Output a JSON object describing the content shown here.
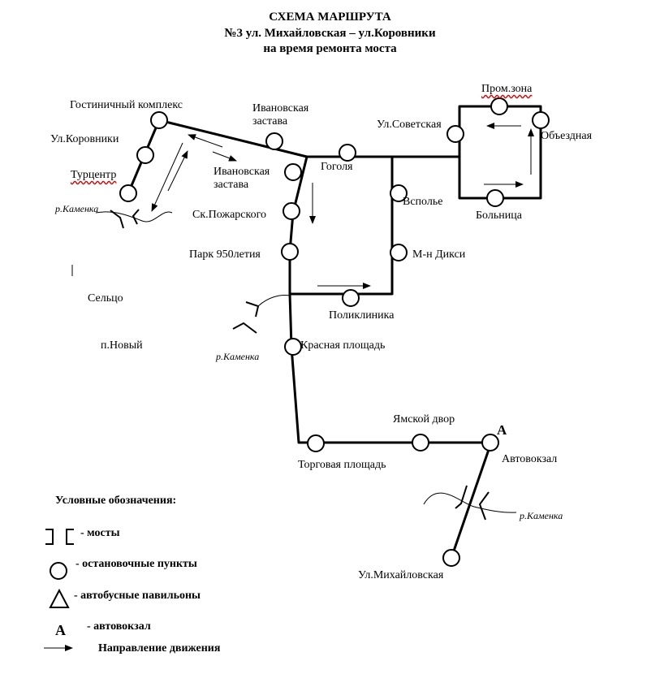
{
  "title": {
    "line1": "СХЕМА МАРШРУТА",
    "line2": "№3 ул. Михайловская – ул.Коровники",
    "line3": "на время ремонта моста"
  },
  "stops": {
    "gostinichny": "Гостиничный комплекс",
    "korovniki": "Ул.Коровники",
    "turcentr": "Турцентр",
    "ivanovskaya_zastava_top": "Ивановская застава",
    "ivanovskaya_zastava_bottom": "Ивановская застава",
    "gogolya": "Гоголя",
    "sovetskaya": "Ул.Советская",
    "promzona": "Пром.зона",
    "obezdnaya": "Объездная",
    "bolnica": "Больница",
    "vspole": "Всполье",
    "mn_diksi": "М-н Дикси",
    "sk_pozharskogo": "Ск.Пожарского",
    "park950": "Парк 950летия",
    "poliklinika": "Поликлиника",
    "krasnaya_ploshad": "Красная площадь",
    "yamskoy_dvor": "Ямской двор",
    "torgovaya_ploshad": "Торговая площадь",
    "avtovokzal": "Автовокзал",
    "mikhaylovskaya": "Ул.Михайловская"
  },
  "places": {
    "selco": "Сельцо",
    "p_novy": "п.Новый"
  },
  "rivers": {
    "kamenka_1": "р.Каменка",
    "kamenka_2": "р.Каменка",
    "kamenka_3": "р.Каменка"
  },
  "avtovokzal_marker": "А",
  "legend": {
    "title": "Условные обозначения:",
    "bridges": "- мосты",
    "stops": "- остановочные пункты",
    "pavilions": "- автобусные павильоны",
    "bus_station_symbol": "А",
    "bus_station": "- автовокзал",
    "direction": "Направление движения"
  }
}
